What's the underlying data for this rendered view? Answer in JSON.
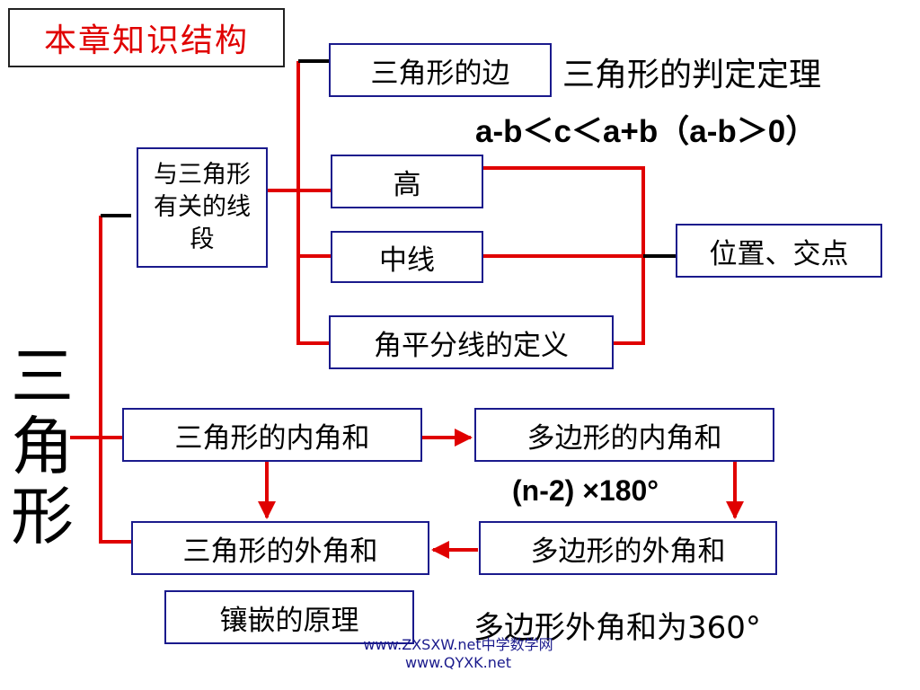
{
  "title": "本章知识结构",
  "root_label": "三角形",
  "boxes": {
    "segments": "与三角形有关的线段",
    "side": "三角形的边",
    "altitude": "高",
    "median": "中线",
    "bisector": "角平分线的定义",
    "position": "位置、交点",
    "tri_interior": "三角形的内角和",
    "poly_interior": "多边形的内角和",
    "tri_exterior": "三角形的外角和",
    "poly_exterior": "多边形的外角和",
    "tessellation": "镶嵌的原理"
  },
  "notes": {
    "side_theorem": "三角形的判定定理",
    "side_inequality": "a-b＜c＜a+b（a-b＞0）",
    "interior_formula": "(n-2) ×180°",
    "exterior_sum": "多边形外角和为360°"
  },
  "footer": {
    "line1": "www.ZXSXW.net中学数学网",
    "line2": "www.QYXK.net"
  },
  "colors": {
    "connector": "#e00000",
    "box_border": "#1a1a8c",
    "title_text": "#e00000"
  }
}
